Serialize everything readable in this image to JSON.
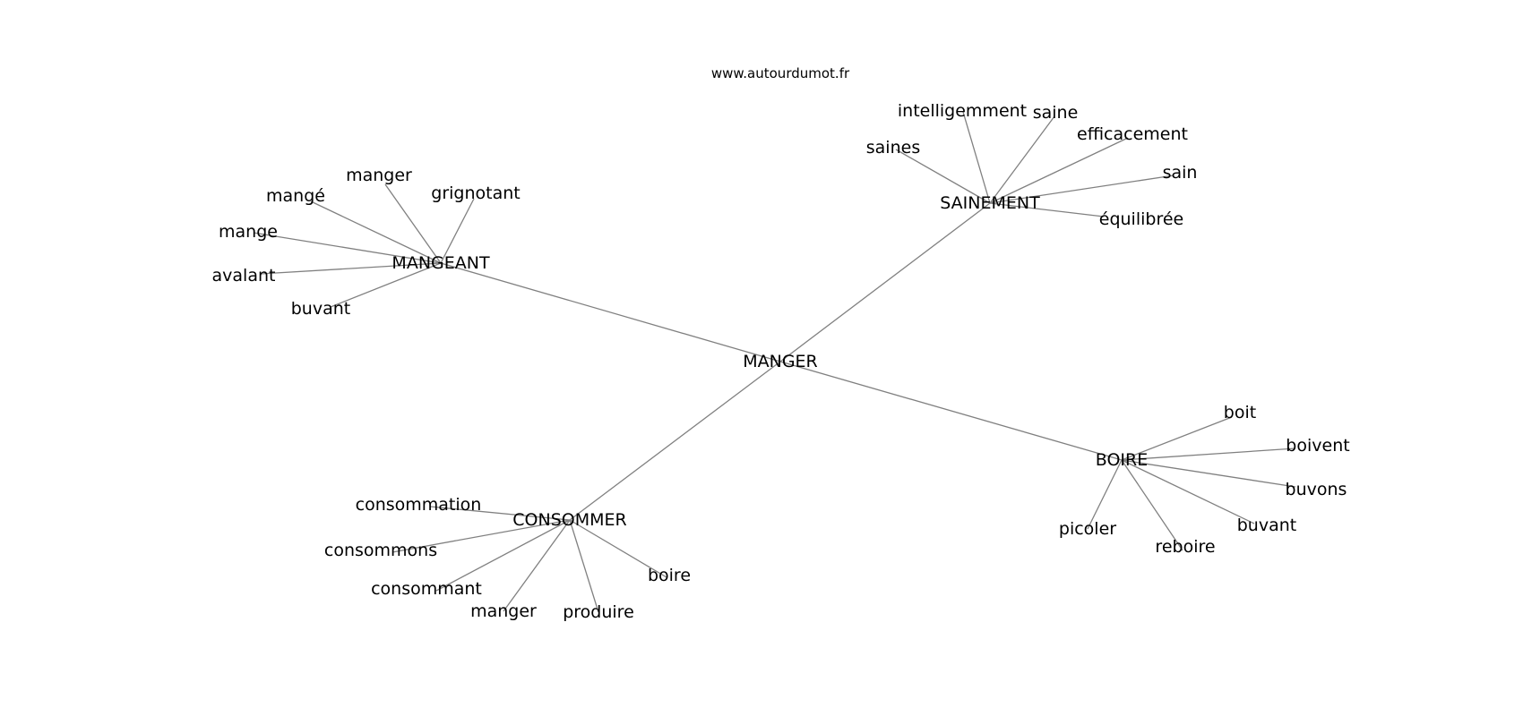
{
  "source": "www.autourdumot.fr",
  "root": {
    "label": "MANGER",
    "branches": [
      {
        "label": "MANGEANT",
        "leaves": [
          "manger",
          "grignotant",
          "mangé",
          "mange",
          "avalant",
          "buvant"
        ]
      },
      {
        "label": "SAINEMENT",
        "leaves": [
          "intelligemment",
          "saine",
          "efficacement",
          "saines",
          "sain",
          "équilibrée"
        ]
      },
      {
        "label": "BOIRE",
        "leaves": [
          "boit",
          "boivent",
          "buvons",
          "buvant",
          "reboire",
          "picoler"
        ]
      },
      {
        "label": "CONSOMMER",
        "leaves": [
          "consommation",
          "consommons",
          "consommant",
          "manger",
          "produire",
          "boire"
        ]
      }
    ]
  }
}
